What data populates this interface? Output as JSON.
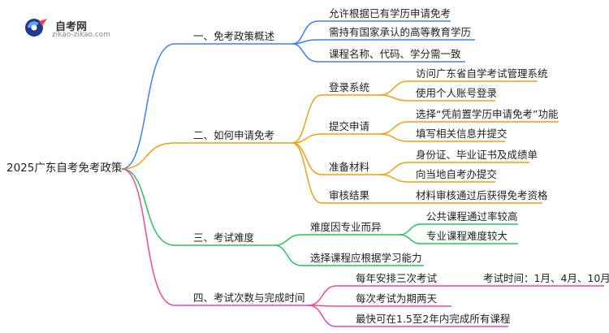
{
  "logo": {
    "title": "自考网",
    "url": "zikao-zikao.com"
  },
  "colors": {
    "s1": "#3b82f6",
    "s2": "#f59e0b",
    "s3": "#22c55e",
    "s4": "#ec4899"
  },
  "root": "2025广东自考免考政策",
  "sections": [
    {
      "label": "一、免考政策概述",
      "items": [
        "允许根据已有学历申请免考",
        "需持有国家承认的高等教育学历",
        "课程名称、代码、学分需一致"
      ]
    },
    {
      "label": "二、如何申请免考",
      "groups": [
        {
          "label": "登录系统",
          "items": [
            "访问广东省自学考试管理系统",
            "使用个人账号登录"
          ]
        },
        {
          "label": "提交申请",
          "items": [
            "选择“凭前置学历申请免考”功能",
            "填写相关信息并提交"
          ]
        },
        {
          "label": "准备材料",
          "items": [
            "身份证、毕业证书及成绩单",
            "向当地自考办提交"
          ]
        },
        {
          "label": "审核结果",
          "items": [
            "材料审核通过后获得免考资格"
          ]
        }
      ]
    },
    {
      "label": "三、考试难度",
      "groups": [
        {
          "label": "难度因专业而异",
          "items": [
            "公共课程通过率较高",
            "专业课程难度较大"
          ]
        },
        {
          "label": "选择课程应根据学习能力",
          "items": []
        }
      ]
    },
    {
      "label": "四、考试次数与完成时间",
      "groups": [
        {
          "label": "每年安排三次考试",
          "items": [
            "考试时间：1月、4月、10月"
          ]
        },
        {
          "label": "每次考试为期两天",
          "items": []
        },
        {
          "label": "最快可在1.5至2年内完成所有课程",
          "items": []
        }
      ]
    }
  ]
}
